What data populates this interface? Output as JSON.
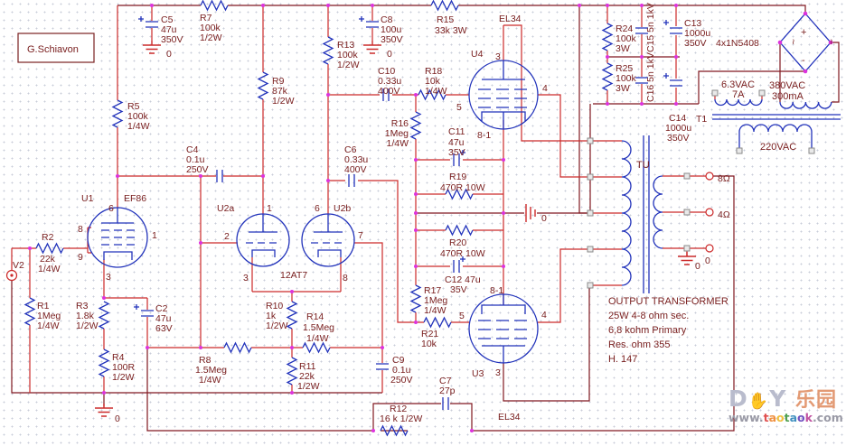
{
  "author": "G.Schiavon",
  "zero": "0",
  "colors": {
    "wire_red": "#cc2a2a",
    "wire_dark": "#801820",
    "symbol_blue": "#2233bb",
    "label_maroon": "#7a2020",
    "junction_magenta": "#dd33dd",
    "terminal_gray": "#8a8a8a"
  },
  "parts": {
    "R1": [
      "R1",
      "1Meg",
      "1/4W"
    ],
    "R2": [
      "R2",
      "22k",
      "1/4W"
    ],
    "R3": [
      "R3",
      "1.8k",
      "1/2W"
    ],
    "R4": [
      "R4",
      "100R",
      "1/2W"
    ],
    "R5": [
      "R5",
      "100k",
      "1/4W"
    ],
    "R7": [
      "R7",
      "100k",
      "1/2W"
    ],
    "R8": [
      "R8",
      "1.5Meg",
      "1/4W"
    ],
    "R9": [
      "R9",
      "87k",
      "1/2W"
    ],
    "R10": [
      "R10",
      "1k",
      "1/2W"
    ],
    "R11": [
      "R11",
      "22k",
      "1/2W"
    ],
    "R12": [
      "R12",
      "16 k 1/2W"
    ],
    "R13": [
      "R13",
      "100k",
      "1/2W"
    ],
    "R14": [
      "R14",
      "1.5Meg",
      "1/4W"
    ],
    "R15": [
      "R15",
      "33k  3W"
    ],
    "R16": [
      "R16",
      "1Meg",
      "1/4W"
    ],
    "R17": [
      "R17",
      "1Meg",
      "1/4W"
    ],
    "R18": [
      "R18",
      "10k",
      "1/4W"
    ],
    "R19": [
      "R19",
      "470R 10W"
    ],
    "R20": [
      "R20",
      "470R 10W"
    ],
    "R21": [
      "R21",
      "10k"
    ],
    "R24": [
      "R24",
      "100k",
      "3W"
    ],
    "R25": [
      "R25",
      "100k",
      "3W"
    ],
    "C2": [
      "C2",
      "47u",
      "63V"
    ],
    "C4": [
      "C4",
      "0.1u",
      "250V"
    ],
    "C5": [
      "C5",
      "47u",
      "350V"
    ],
    "C6": [
      "C6",
      "0.33u",
      "400V"
    ],
    "C7": [
      "C7",
      "27p"
    ],
    "C8": [
      "C8",
      "100u",
      "350V"
    ],
    "C9": [
      "C9",
      "0.1u",
      "250V"
    ],
    "C10": [
      "C10",
      "0.33u",
      "400V"
    ],
    "C11": [
      "C11",
      "47u",
      "35V"
    ],
    "C12": [
      "C12 47u",
      "35V"
    ],
    "C13": [
      "C13",
      "1000u",
      "350V"
    ],
    "C14": [
      "C14",
      "1000u",
      "350V"
    ],
    "C15": [
      "C15 5n 1kV"
    ],
    "C16": [
      "C16 5n 1kV"
    ]
  },
  "tubes": {
    "U1": {
      "id": "U1",
      "type": "EF86",
      "pins": [
        "6",
        "8",
        "9",
        "1",
        "3"
      ]
    },
    "U2a": {
      "id": "U2a",
      "pins": [
        "1",
        "2",
        "3"
      ]
    },
    "U2b": {
      "id": "U2b",
      "pins": [
        "6",
        "7",
        "8"
      ]
    },
    "U2_type": "12AT7",
    "U4": {
      "id": "U4",
      "type": "EL34",
      "pins": [
        "3",
        "4",
        "5",
        "8-1"
      ]
    },
    "U3": {
      "id": "U3",
      "type": "EL34",
      "pins": [
        "8-1",
        "5",
        "4",
        "3"
      ]
    }
  },
  "source": {
    "v2": "V2"
  },
  "power": {
    "bridge_label": "4x1N5408",
    "plus": "+",
    "minus": "-",
    "ac": "~",
    "heater": "6.3VAC",
    "heater_current": "7A",
    "ht": "380VAC",
    "ht_current": "300mA",
    "t1": "T1",
    "mains": "220VAC"
  },
  "output": {
    "tu": "TU",
    "taps": [
      "8Ω",
      "4Ω",
      "0"
    ],
    "note": [
      "OUTPUT TRANSFORMER",
      "25W 4-8  ohm sec.",
      "6,8 kohm  Primary",
      "Res. ohm 355",
      "H. 147"
    ]
  },
  "watermark": {
    "logo_d": "D",
    "logo_hand": "✋",
    "logo_y": "Y",
    "logo_cn": "乐园",
    "url_prefix": "www.",
    "url_letters": [
      "t",
      "a",
      "o",
      "t",
      "a",
      "o",
      "k"
    ],
    "url_suffix": ".com"
  }
}
